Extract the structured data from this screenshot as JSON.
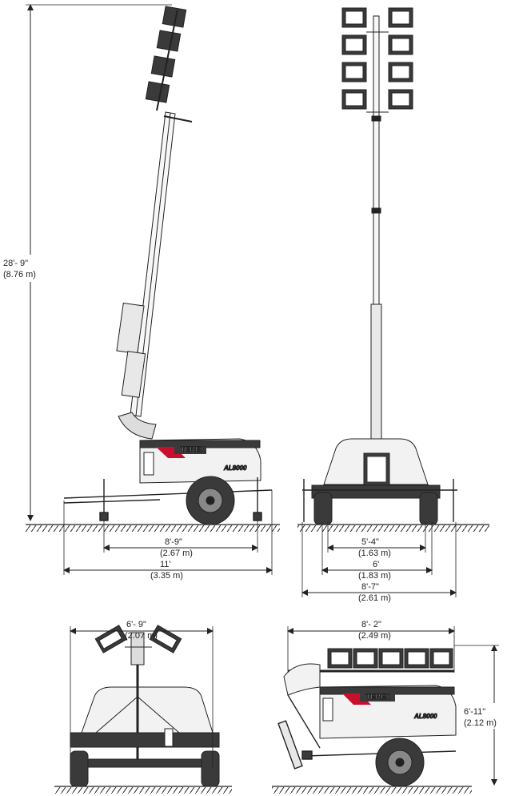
{
  "colors": {
    "ink": "#222222",
    "accent_red": "#c8102e",
    "panel_dark": "#3a3a3a",
    "body_fill": "#f2f2f2"
  },
  "brand": {
    "name": "TEREX",
    "model": "AL8000"
  },
  "icons": {
    "brand_logo": "terex-logo-icon",
    "ground": "ground-hatch-icon"
  },
  "dimensions": {
    "height_ft": "28'- 9\"",
    "height_m": "(8.76 m)",
    "side_wheelbase_ft": "8'-9\"",
    "side_wheelbase_m": "(2.67 m)",
    "side_length_ft": "11'",
    "side_length_m": "(3.35 m)",
    "rear_inner_ft": "5'-4\"",
    "rear_inner_m": "(1.63 m)",
    "rear_mid_ft": "6'",
    "rear_mid_m": "(1.83 m)",
    "rear_outer_ft": "8'-7\"",
    "rear_outer_m": "(2.61 m)",
    "stowed_width_ft": "6'- 9\"",
    "stowed_width_m": "(2.07 m)",
    "stowed_length_ft": "8'- 2\"",
    "stowed_length_m": "(2.49 m)",
    "stowed_height_ft": "6'-11\"",
    "stowed_height_m": "(2.12 m)"
  }
}
